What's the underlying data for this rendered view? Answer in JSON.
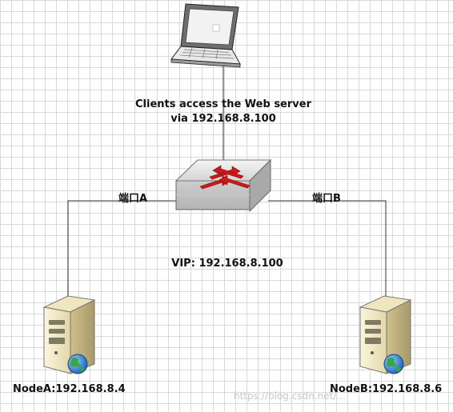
{
  "labels": {
    "client_line1": "Clients access the Web server",
    "client_line2": "via 192.168.8.100",
    "port_a": "端口A",
    "port_b": "端口B",
    "vip": "VIP: 192.168.8.100",
    "node_a": "NodeA:192.168.8.4",
    "node_b": "NodeB:192.168.8.6"
  },
  "watermark": "https://blog.csdn.net/...",
  "icons": [
    "laptop-icon",
    "switch-icon",
    "server-icon",
    "globe-icon"
  ],
  "colors": {
    "arrow": "#d01818",
    "line": "#333333",
    "grid": "#d9d9d9"
  }
}
